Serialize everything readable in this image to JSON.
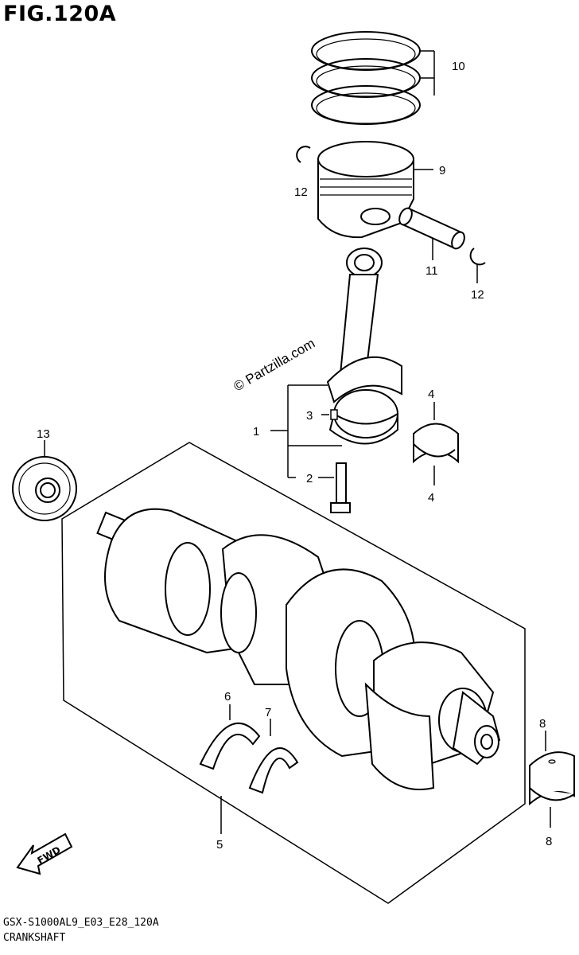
{
  "figure_title": "FIG.120A",
  "watermark": "© Partzilla.com",
  "direction_label": "FWD",
  "footer": {
    "model_code": "GSX-S1000AL9_E03_E28_120A",
    "section_name": "CRANKSHAFT"
  },
  "callouts": {
    "c1": "1",
    "c2": "2",
    "c3": "3",
    "c4a": "4",
    "c4b": "4",
    "c5": "5",
    "c6": "6",
    "c7": "7",
    "c8a": "8",
    "c8b": "8",
    "c9": "9",
    "c10": "10",
    "c11": "11",
    "c12a": "12",
    "c12b": "12",
    "c13": "13"
  }
}
